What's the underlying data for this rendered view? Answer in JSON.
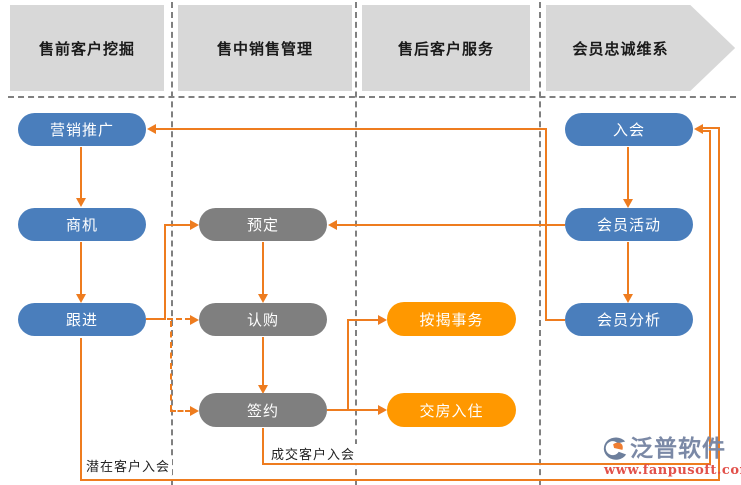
{
  "headers": [
    {
      "label": "售前客户挖掘"
    },
    {
      "label": "售中销售管理"
    },
    {
      "label": "售后客户服务"
    },
    {
      "label": "会员忠诚维系"
    }
  ],
  "nodes": {
    "marketing": {
      "label": "营销推广",
      "color": "#4a7ebc"
    },
    "opportunity": {
      "label": "商机",
      "color": "#4a7ebc"
    },
    "followup": {
      "label": "跟进",
      "color": "#4a7ebc"
    },
    "reservation": {
      "label": "预定",
      "color": "#7f7f7f"
    },
    "subscription": {
      "label": "认购",
      "color": "#7f7f7f"
    },
    "signing": {
      "label": "签约",
      "color": "#7f7f7f"
    },
    "mortgage": {
      "label": "按揭事务",
      "color": "#ff9800"
    },
    "handover": {
      "label": "交房入住",
      "color": "#ff9800"
    },
    "join": {
      "label": "入会",
      "color": "#4a7ebc"
    },
    "activity": {
      "label": "会员活动",
      "color": "#4a7ebc"
    },
    "analysis": {
      "label": "会员分析",
      "color": "#4a7ebc"
    }
  },
  "edges": [
    {
      "from": "营销推广",
      "to": "商机",
      "style": "solid"
    },
    {
      "from": "商机",
      "to": "跟进",
      "style": "solid"
    },
    {
      "from": "跟进",
      "to": "预定",
      "style": "solid"
    },
    {
      "from": "跟进",
      "to": "认购",
      "style": "dashed"
    },
    {
      "from": "跟进",
      "to": "签约",
      "style": "dashed"
    },
    {
      "from": "预定",
      "to": "认购",
      "style": "solid"
    },
    {
      "from": "认购",
      "to": "签约",
      "style": "solid"
    },
    {
      "from": "签约",
      "to": "按揭事务",
      "style": "solid"
    },
    {
      "from": "签约",
      "to": "交房入住",
      "style": "solid"
    },
    {
      "from": "签约",
      "to": "入会",
      "style": "solid",
      "label": "成交客户入会"
    },
    {
      "from": "跟进",
      "to": "入会",
      "style": "solid",
      "label": "潜在客户入会"
    },
    {
      "from": "入会",
      "to": "会员活动",
      "style": "solid"
    },
    {
      "from": "会员活动",
      "to": "会员分析",
      "style": "solid"
    },
    {
      "from": "会员活动",
      "to": "预定",
      "style": "solid"
    },
    {
      "from": "会员分析",
      "to": "营销推广",
      "style": "solid"
    }
  ],
  "annotations": {
    "potential": "潜在客户入会",
    "deal": "成交客户入会"
  },
  "logo": {
    "brand": "泛普软件",
    "website": "www.fanpusoft.com"
  },
  "colors": {
    "connector": "#ee7c1f",
    "node_blue": "#4a7ebc",
    "node_gray": "#7f7f7f",
    "node_orange": "#ff9800",
    "header_bg": "#d8d8d8",
    "divider": "#808080",
    "brand_text": "#7b89a6",
    "website_text": "#e2504a"
  }
}
